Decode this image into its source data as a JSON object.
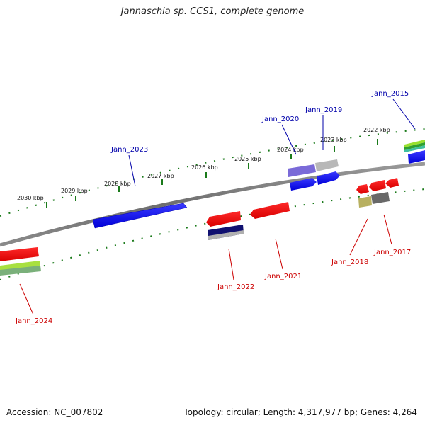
{
  "title": "Jannaschia sp. CCS1, complete genome",
  "footer": {
    "accession": "Accession: NC_007802",
    "summary": "Topology: circular; Length: 4,317,977 bp; Genes: 4,264"
  },
  "colors": {
    "forward_label": "#0000aa",
    "reverse_label": "#cc0000",
    "tick": "#1a7a1a",
    "backbone": "#808080"
  },
  "ticks": [
    "2030 kbp",
    "2029 kbp",
    "2028 kbp",
    "2027 kbp",
    "2026 kbp",
    "2025 kbp",
    "2024 kbp",
    "2023 kbp",
    "2022 kbp"
  ],
  "genes": [
    {
      "name": "Jann_2015",
      "strand": "forward"
    },
    {
      "name": "Jann_2019",
      "strand": "forward"
    },
    {
      "name": "Jann_2020",
      "strand": "forward"
    },
    {
      "name": "Jann_2023",
      "strand": "forward"
    },
    {
      "name": "Jann_2017",
      "strand": "reverse"
    },
    {
      "name": "Jann_2018",
      "strand": "reverse"
    },
    {
      "name": "Jann_2021",
      "strand": "reverse"
    },
    {
      "name": "Jann_2022",
      "strand": "reverse"
    },
    {
      "name": "Jann_2024",
      "strand": "reverse"
    }
  ]
}
